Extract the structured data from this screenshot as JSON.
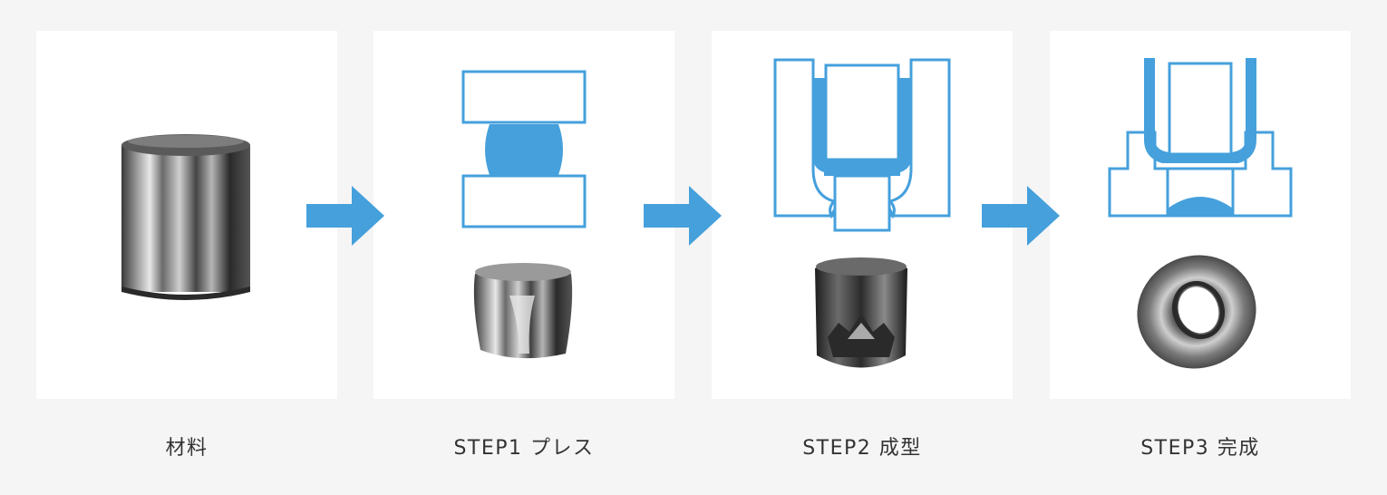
{
  "accent_color": "#45a0dc",
  "steps": [
    {
      "label": "材料",
      "icon": "raw-material-cylinder"
    },
    {
      "label": "STEP1 プレス",
      "icon": "press-die"
    },
    {
      "label": "STEP2 成型",
      "icon": "forming-die"
    },
    {
      "label": "STEP3 完成",
      "icon": "finished-part-die"
    }
  ],
  "arrows": [
    "arrow-right-icon",
    "arrow-right-icon",
    "arrow-right-icon"
  ]
}
